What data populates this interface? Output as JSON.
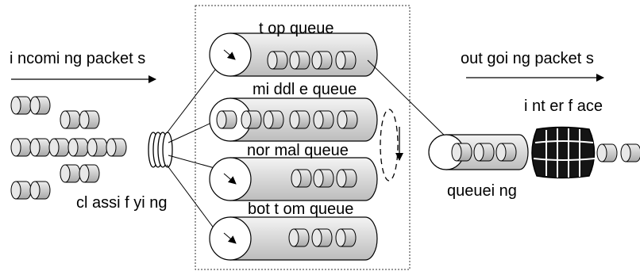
{
  "labels": {
    "incoming": "i ncomi ng packet s",
    "outgoing": "out goi ng packet s",
    "classifying": "cl assi f yi ng",
    "interface": "i nt er f ace",
    "queueing": "queuei ng",
    "top_queue": "t op queue",
    "middle_queue": "mi ddl e queue",
    "normal_queue": "nor mal queue",
    "bottom_queue": "bot t om queue"
  }
}
